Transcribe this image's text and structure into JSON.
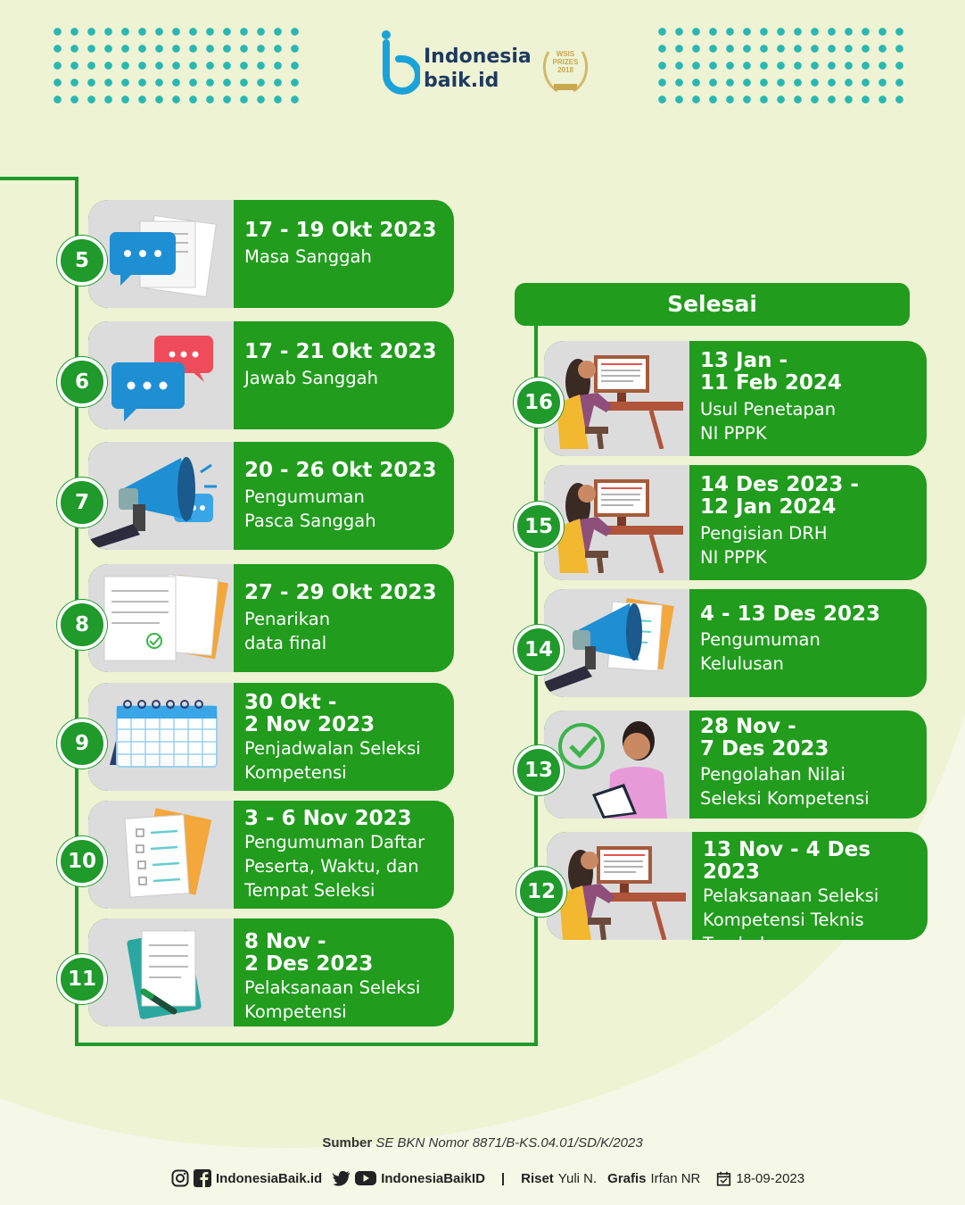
{
  "header": {
    "logo_line1": "Indonesia",
    "logo_line2": "baik.id",
    "badge_text": "WSIS PRIZES 2018"
  },
  "colors": {
    "green": "#219c1d",
    "teal": "#29b8b0",
    "background": "#eef3d4"
  },
  "left_steps": [
    {
      "number": "5",
      "date": "17 - 19 Okt 2023",
      "label": "Masa Sanggah",
      "icon": "documents-chat-icon"
    },
    {
      "number": "6",
      "date": "17 - 21 Okt 2023",
      "label": "Jawab Sanggah",
      "icon": "chat-bubbles-icon"
    },
    {
      "number": "7",
      "date": "20 - 26 Okt 2023",
      "label": "Pengumuman\nPasca Sanggah",
      "icon": "megaphone-icon"
    },
    {
      "number": "8",
      "date": "27 - 29 Okt 2023",
      "label": "Penarikan\ndata final",
      "icon": "documents-check-icon"
    },
    {
      "number": "9",
      "date": "30 Okt -\n2 Nov 2023",
      "label": "Penjadwalan Seleksi\nKompetensi",
      "icon": "calendar-icon"
    },
    {
      "number": "10",
      "date": "3 - 6 Nov 2023",
      "label": "Pengumuman Daftar\nPeserta, Waktu, dan\nTempat Seleksi",
      "icon": "checklist-icon"
    },
    {
      "number": "11",
      "date": "8 Nov -\n2 Des 2023",
      "label": "Pelaksanaan Seleksi\nKompetensi",
      "icon": "clipboard-pen-icon"
    }
  ],
  "selesai_label": "Selesai",
  "right_steps": [
    {
      "number": "16",
      "date": "13 Jan -\n11 Feb 2024",
      "label": "Usul Penetapan\nNI PPPK",
      "icon": "woman-computer-icon"
    },
    {
      "number": "15",
      "date": "14 Des 2023 -\n12 Jan 2024",
      "label": "Pengisian DRH\nNI PPPK",
      "icon": "woman-computer-icon"
    },
    {
      "number": "14",
      "date": "4 - 13 Des 2023",
      "label": "Pengumuman\nKelulusan",
      "icon": "megaphone-document-icon"
    },
    {
      "number": "13",
      "date": "28 Nov -\n7 Des 2023",
      "label": "Pengolahan Nilai\nSeleksi Kompetensi",
      "icon": "woman-reading-check-icon"
    },
    {
      "number": "12",
      "date": "13 Nov - 4 Des 2023",
      "label": "Pelaksanaan Seleksi\nKompetensi Teknis\nTambahan",
      "icon": "woman-computer-icon"
    }
  ],
  "source": {
    "prefix": "Sumber",
    "text": "SE BKN Nomor 8871/B-KS.04.01/SD/K/2023"
  },
  "footer": {
    "handle1": "IndonesiaBaik.id",
    "handle2": "IndonesiaBaikID",
    "separator": "|",
    "riset_label": "Riset",
    "riset_name": "Yuli N.",
    "grafis_label": "Grafis",
    "grafis_name": "Irfan NR",
    "date": "18-09-2023"
  }
}
